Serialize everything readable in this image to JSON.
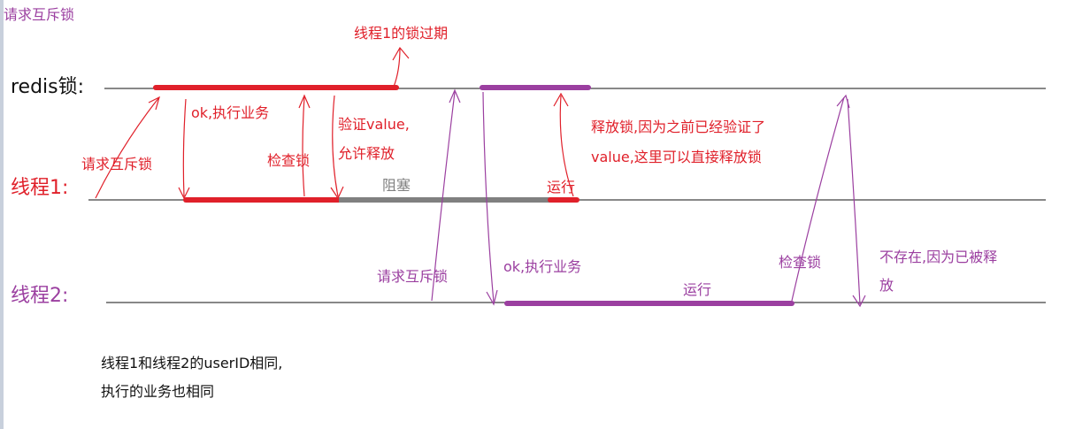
{
  "corner_label": "请求互斥锁",
  "lanes": {
    "redis": "redis锁:",
    "thread1": "线程1:",
    "thread2": "线程2:"
  },
  "annotations": {
    "lock_expired": "线程1的锁过期",
    "t1_request_lock": "请求互斥锁",
    "t1_ok_execute": "ok,执行业务",
    "t1_check_lock": "检查锁",
    "t1_verify_line1": "验证value,",
    "t1_verify_line2": "允许释放",
    "t1_blocked": "阻塞",
    "t1_running": "运行",
    "t1_release_line1": "释放锁,因为之前已经验证了",
    "t1_release_line2": "value,这里可以直接释放锁",
    "t2_request_lock": "请求互斥锁",
    "t2_ok_execute": "ok,执行业务",
    "t2_running": "运行",
    "t2_check_lock": "检查锁",
    "t2_not_exist_line1": "不存在,因为已被释",
    "t2_not_exist_line2": "放"
  },
  "note": {
    "line1": "线程1和线程2的userID相同,",
    "line2": "执行的业务也相同"
  },
  "colors": {
    "thread1": "#e0202a",
    "thread2": "#9b3fa0",
    "blocked": "#808080",
    "text": "#111111"
  }
}
